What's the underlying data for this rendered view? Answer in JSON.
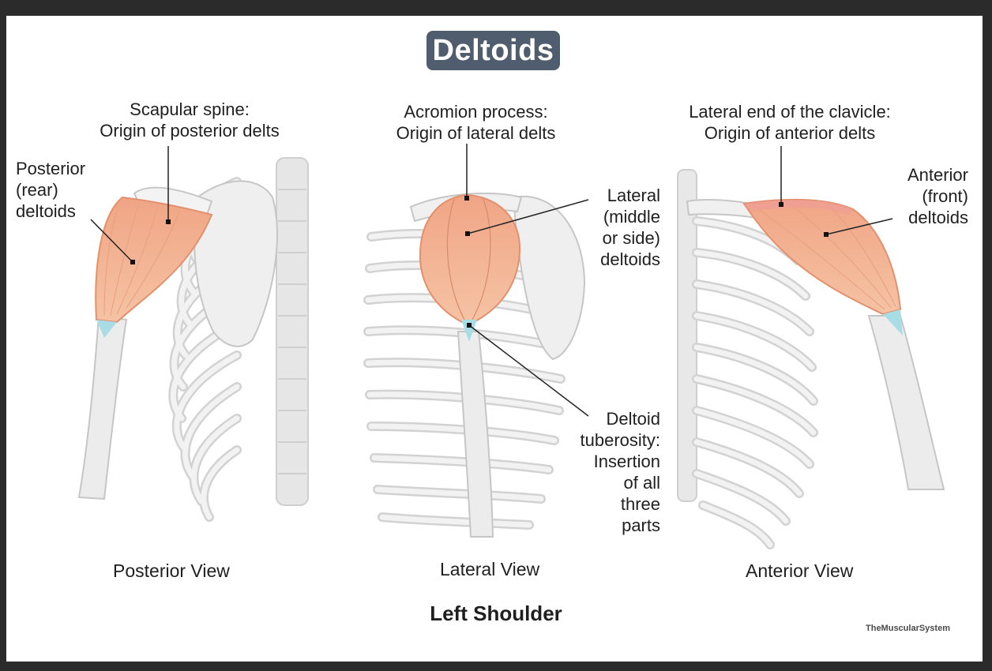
{
  "title": "Deltoids",
  "subtitle": "Left Shoulder",
  "watermark": "TheMuscularSystem",
  "colors": {
    "badge": "#4f5d6e",
    "muscle": "#f2b391",
    "muscle_edge": "#e3906c",
    "tendon": "#a9dde6",
    "bone": "#ececec",
    "bone_outline": "#c4c4c4"
  },
  "views": [
    {
      "name": "Posterior View",
      "labels": {
        "origin": "Scapular spine:\nOrigin of posterior delts",
        "muscle": "Posterior\n(rear)\ndeltoids"
      }
    },
    {
      "name": "Lateral View",
      "labels": {
        "origin": "Acromion process:\nOrigin of lateral delts",
        "muscle": "Lateral\n(middle\nor side)\ndeltoids",
        "insertion": "Deltoid\ntuberosity:\nInsertion\nof all\nthree\nparts"
      }
    },
    {
      "name": "Anterior View",
      "labels": {
        "origin": "Lateral end of the clavicle:\nOrigin of anterior delts",
        "muscle": "Anterior\n(front)\ndeltoids"
      }
    }
  ]
}
